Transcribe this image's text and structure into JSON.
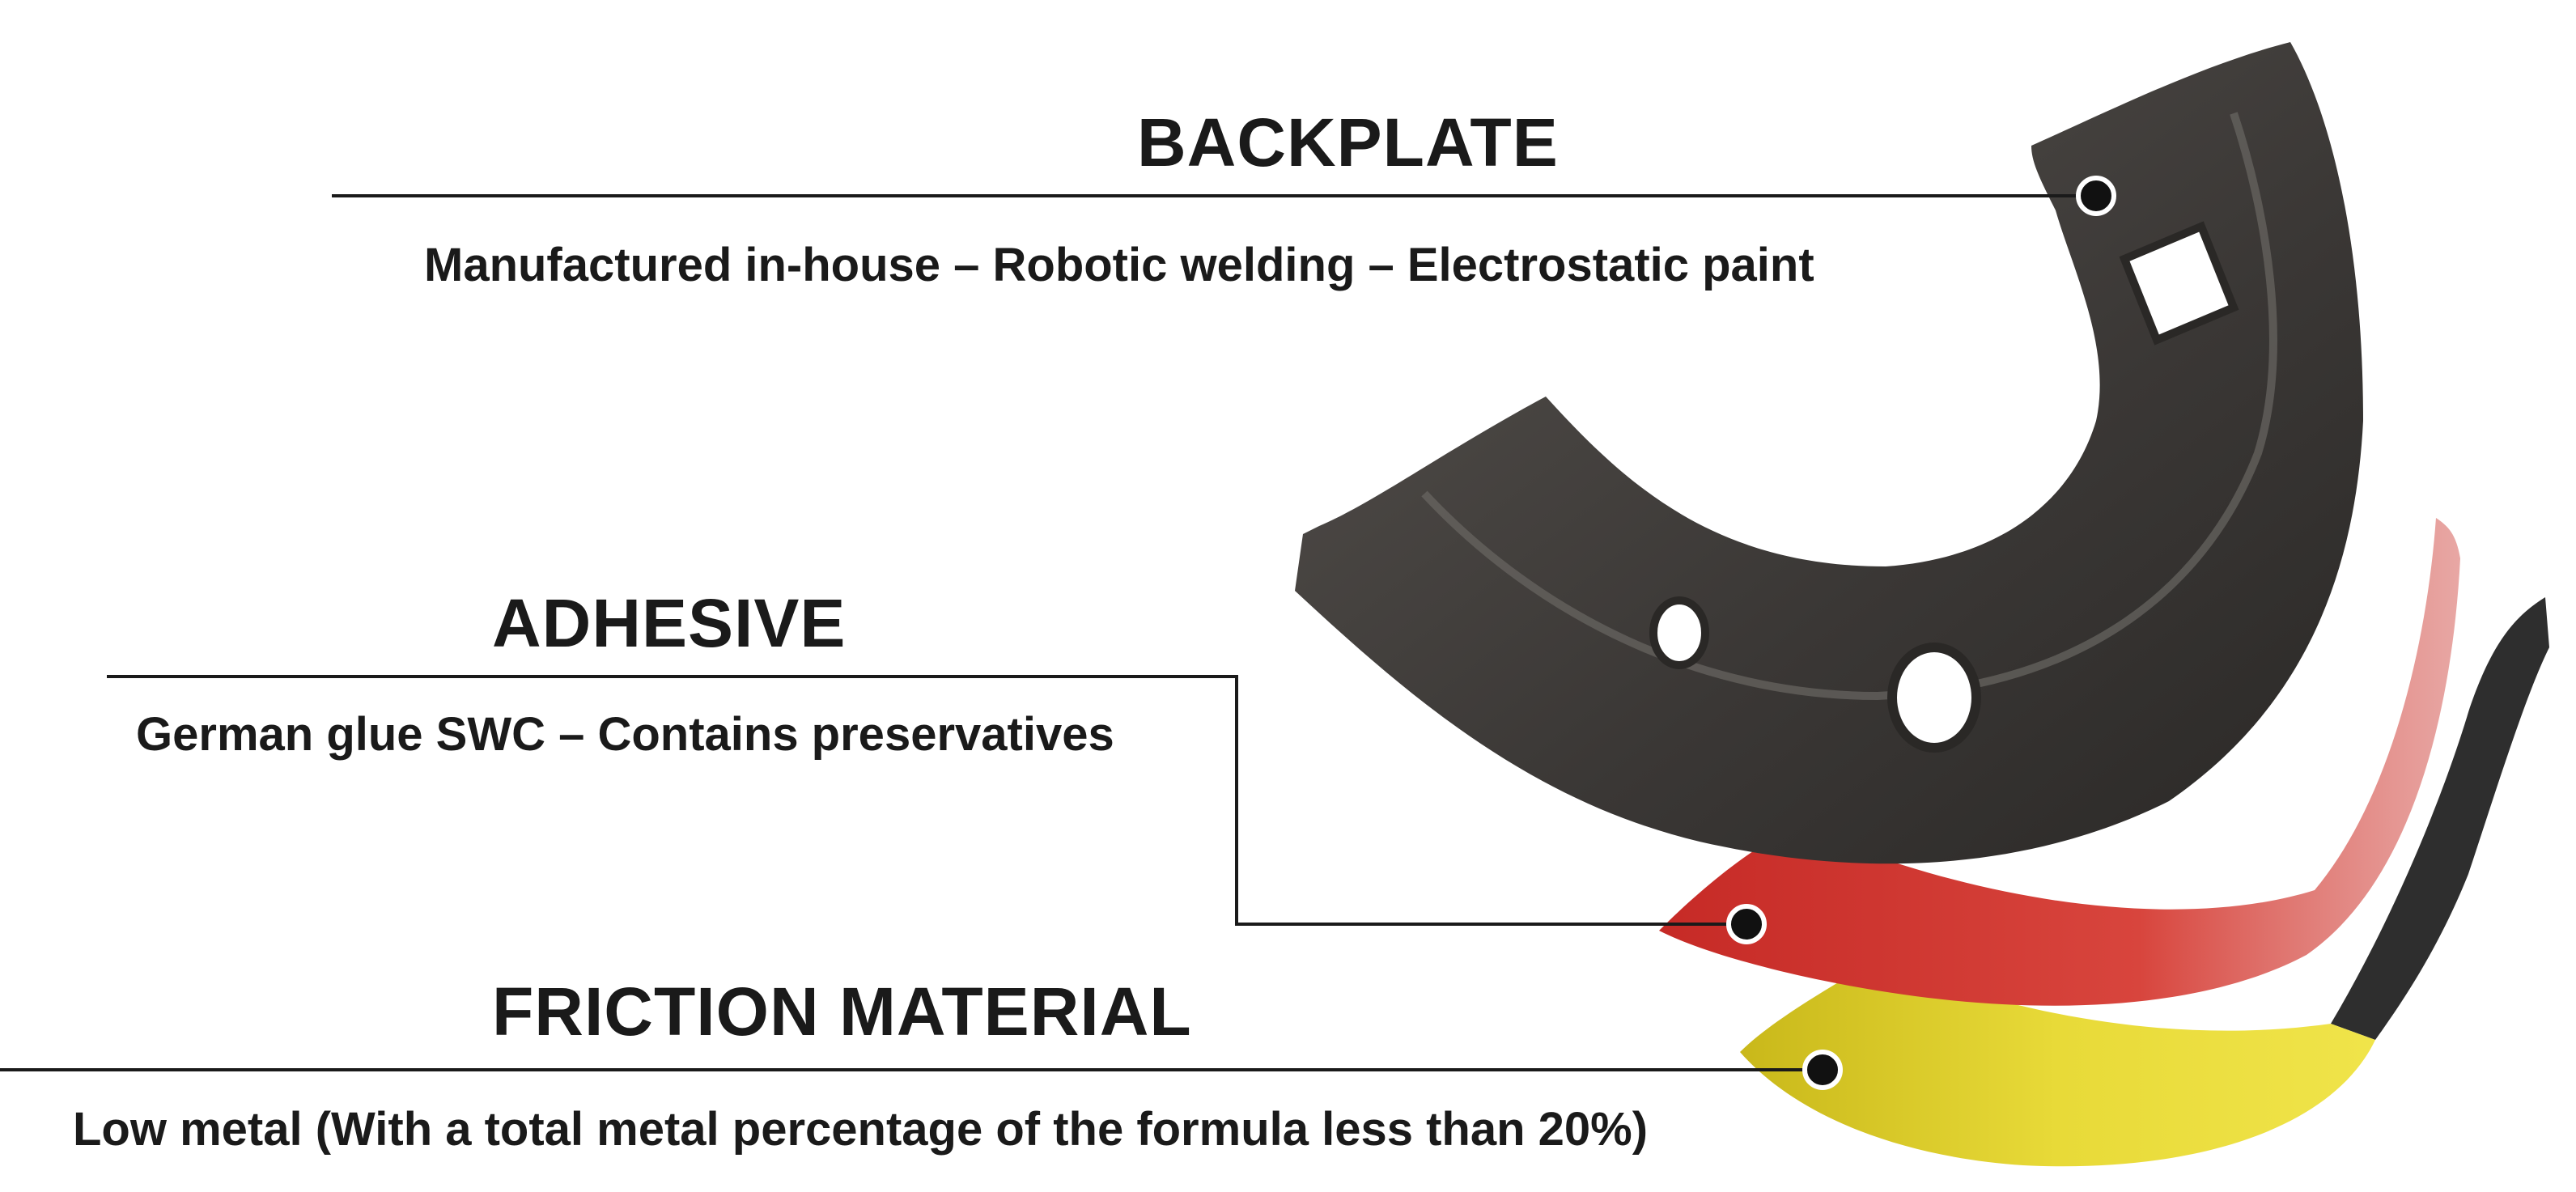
{
  "layers": {
    "backplate": {
      "title": "BACKPLATE",
      "description": "Manufactured in-house – Robotic welding – Electrostatic paint",
      "color": "#3a3836"
    },
    "adhesive": {
      "title": "ADHESIVE",
      "description": "German glue SWC  –  Contains preservatives",
      "color": "#c8302c"
    },
    "friction": {
      "title": "FRICTION MATERIAL",
      "description": "Low metal (With a total metal percentage of the formula less than 20%)",
      "color": "#e8d630"
    }
  },
  "accent_colors": {
    "line": "#1a1a1a",
    "marker": "#111111",
    "lining_dark": "#2b2b2b"
  }
}
